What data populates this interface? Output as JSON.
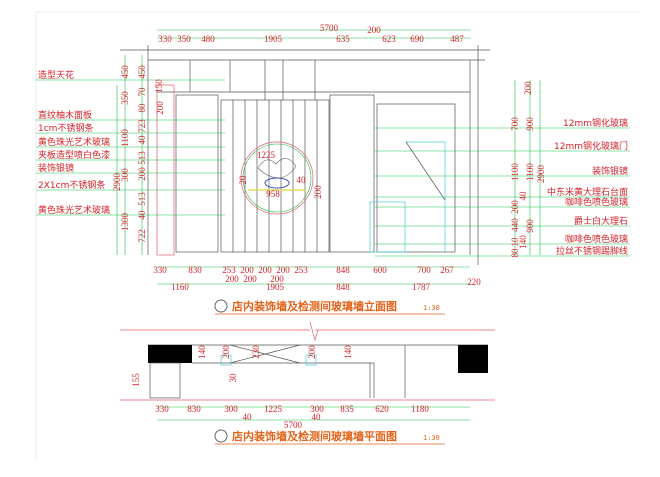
{
  "elevation": {
    "title": "店内装饰墙及检测间玻璃墙立面图",
    "scale": "1:30",
    "top_total": "5700",
    "top_extra": "200",
    "top_dims": [
      "330",
      "350",
      "480",
      "1905",
      "635",
      "623",
      "690",
      "487"
    ],
    "left_labels": [
      "造型天花",
      "直纹柚木面板",
      "1cm不锈钢条",
      "黄色珠光艺术玻璃",
      "夹板造型喷白色漆",
      "装饰银镜",
      "2X1cm不锈钢条",
      "黄色珠光艺术玻璃"
    ],
    "right_labels": [
      "12mm钢化玻璃",
      "12mm钢化玻璃门",
      "装饰银镜",
      "中东米黄大理石台面",
      "咖啡色喷色玻璃",
      "爵士白大理石",
      "咖啡色喷色玻璃",
      "拉丝不锈钢踢脚线"
    ],
    "left_dims": [
      "450",
      "350",
      "1100",
      "2900",
      "300",
      "1300",
      "450",
      "70",
      "80",
      "723",
      "40",
      "513",
      "200",
      "513",
      "40",
      "722",
      "150",
      "200"
    ],
    "right_dims": [
      "200",
      "700",
      "900",
      "1100",
      "1100",
      "2900",
      "40",
      "200",
      "440",
      "900",
      "10",
      "140",
      "80"
    ],
    "center_dims": [
      "1225",
      "20",
      "40",
      "958",
      "200"
    ],
    "bottom_row1": [
      "330",
      "830",
      "253",
      "200",
      "200",
      "200",
      "253",
      "848",
      "600",
      "700",
      "267"
    ],
    "bottom_row2": [
      "200",
      "200",
      "200",
      "220"
    ],
    "bottom_row3": [
      "1160",
      "1905",
      "848",
      "1787"
    ]
  },
  "plan": {
    "title": "店内装饰墙及检测间玻璃墙平面图",
    "scale": "1:30",
    "inner_dims": [
      "140",
      "200",
      "230",
      "200",
      "140",
      "30",
      "155"
    ],
    "bottom_dims": [
      "330",
      "830",
      "300",
      "1225",
      "300",
      "835",
      "620",
      "1180"
    ],
    "bottom_small": [
      "40",
      "40"
    ],
    "total": "5700"
  },
  "colors": {
    "dim_text": "#d2232a",
    "title": "#e2641b",
    "dim_line": "#19c24a"
  }
}
